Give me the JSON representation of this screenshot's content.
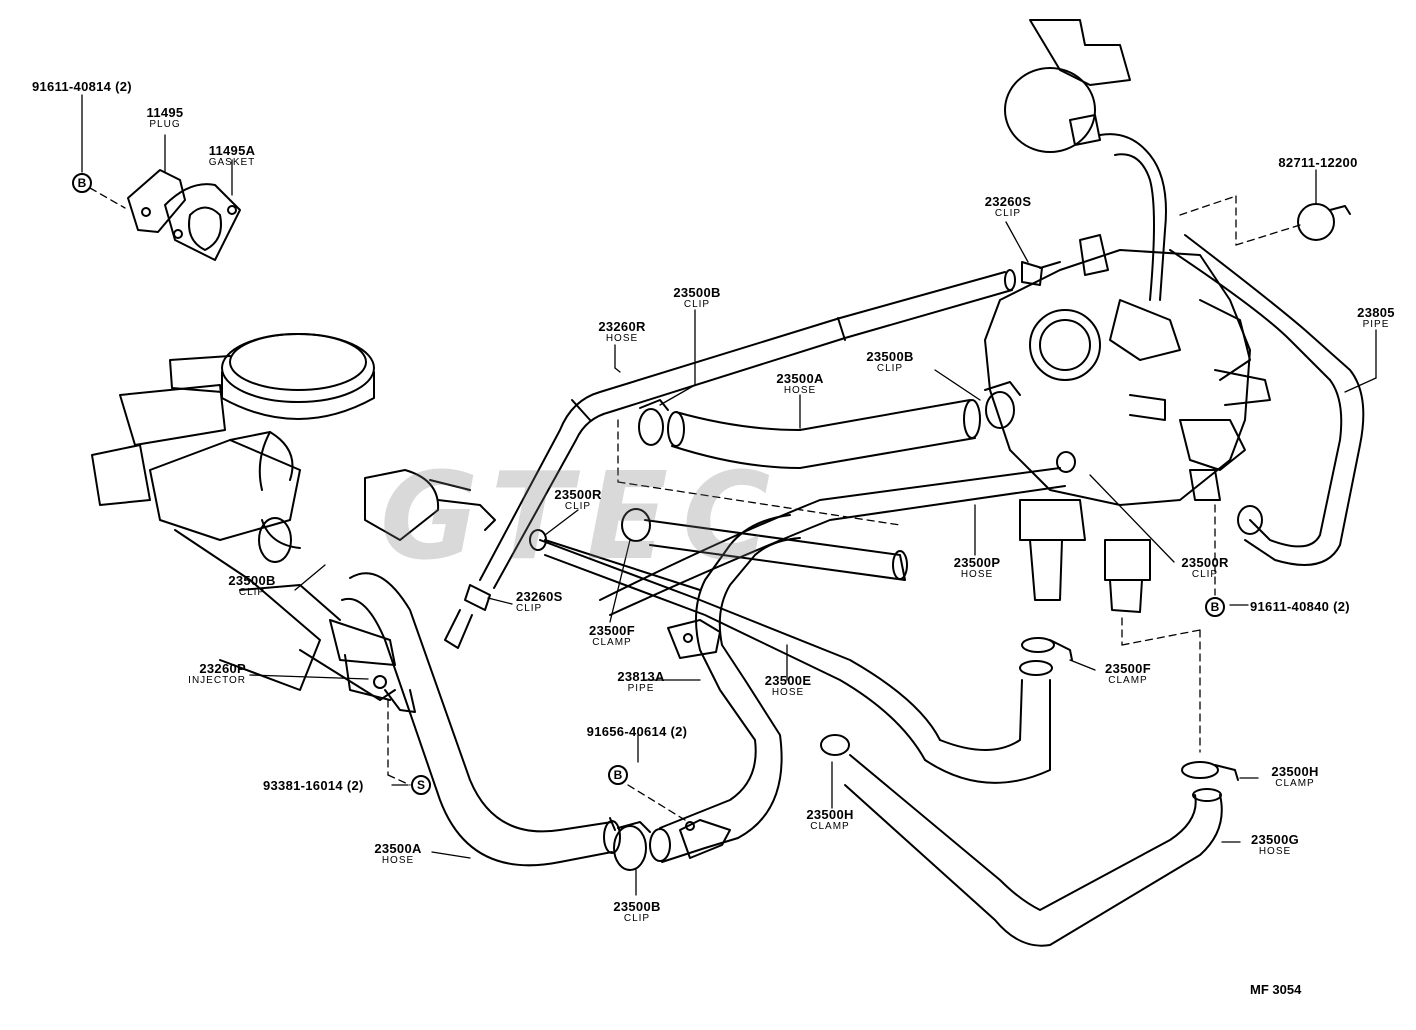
{
  "diagram_code": "MF 3054",
  "watermark": "GTEC",
  "callouts": [
    {
      "id": "c1",
      "num": "91611-40814 (2)",
      "sub": ""
    },
    {
      "id": "c2",
      "num": "11495",
      "sub": "PLUG"
    },
    {
      "id": "c3",
      "num": "11495A",
      "sub": "GASKET"
    },
    {
      "id": "c4",
      "num": "82711-12200",
      "sub": ""
    },
    {
      "id": "c5",
      "num": "23260S",
      "sub": "CLIP"
    },
    {
      "id": "c6",
      "num": "23805",
      "sub": "PIPE"
    },
    {
      "id": "c7",
      "num": "23500B",
      "sub": "CLIP"
    },
    {
      "id": "c8",
      "num": "23260R",
      "sub": "HOSE"
    },
    {
      "id": "c9",
      "num": "23500A",
      "sub": "HOSE"
    },
    {
      "id": "c10",
      "num": "23500B",
      "sub": "CLIP"
    },
    {
      "id": "c11",
      "num": "23500R",
      "sub": "CLIP"
    },
    {
      "id": "c12",
      "num": "23500B",
      "sub": "CLIP"
    },
    {
      "id": "c13",
      "num": "23260S",
      "sub": "CLIP"
    },
    {
      "id": "c14",
      "num": "23500F",
      "sub": "CLAMP"
    },
    {
      "id": "c15",
      "num": "23500P",
      "sub": "HOSE"
    },
    {
      "id": "c16",
      "num": "23500R",
      "sub": "CLIP"
    },
    {
      "id": "c17",
      "num": "91611-40840 (2)",
      "sub": ""
    },
    {
      "id": "c18",
      "num": "23260P",
      "sub": "INJECTOR"
    },
    {
      "id": "c19",
      "num": "23813A",
      "sub": "PIPE"
    },
    {
      "id": "c20",
      "num": "23500E",
      "sub": "HOSE"
    },
    {
      "id": "c21",
      "num": "23500F",
      "sub": "CLAMP"
    },
    {
      "id": "c22",
      "num": "91656-40614 (2)",
      "sub": ""
    },
    {
      "id": "c23",
      "num": "93381-16014 (2)",
      "sub": ""
    },
    {
      "id": "c24",
      "num": "23500H",
      "sub": "CLAMP"
    },
    {
      "id": "c25",
      "num": "23500H",
      "sub": "CLAMP"
    },
    {
      "id": "c26",
      "num": "23500A",
      "sub": "HOSE"
    },
    {
      "id": "c27",
      "num": "23500G",
      "sub": "HOSE"
    },
    {
      "id": "c28",
      "num": "23500B",
      "sub": "CLIP"
    }
  ],
  "symbols": {
    "b1": "B",
    "b2": "B",
    "b3": "B",
    "s1": "S"
  }
}
